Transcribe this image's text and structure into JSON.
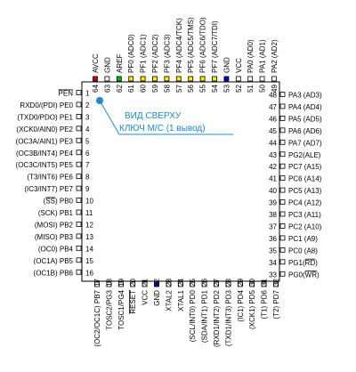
{
  "annotation": {
    "top_view": "ВИД СВЕРХУ",
    "key": "КЛЮЧ М/С (1 вывод)",
    "color": "#1a8ad4"
  },
  "colors": {
    "outline": "#000000",
    "text": "#000000",
    "pin_red": "#e00000",
    "pin_green": "#00c000",
    "pin_yellow": "#ffee00",
    "pin_blue": "#0000cc",
    "pin_white": "#ffffff"
  },
  "pins": {
    "left": [
      {
        "n": "1",
        "label": "PEN",
        "overline": "PEN"
      },
      {
        "n": "2",
        "label": "RXD0/(PDI) PE0"
      },
      {
        "n": "3",
        "label": "(TXD0/PDO) PE1"
      },
      {
        "n": "4",
        "label": "(XCK0/AIN0) PE2"
      },
      {
        "n": "5",
        "label": "(OC3A/AIN1) PE3"
      },
      {
        "n": "6",
        "label": "(OC3B/INT4) PE4"
      },
      {
        "n": "7",
        "label": "(OC3C/INT5) PE5"
      },
      {
        "n": "8",
        "label": "(T3/INT6) PE6"
      },
      {
        "n": "9",
        "label": "(IC3/INT7) PE7"
      },
      {
        "n": "10",
        "label": "(SS) PB0",
        "overline": "SS"
      },
      {
        "n": "11",
        "label": "(SCK) PB1"
      },
      {
        "n": "12",
        "label": "(MOSI) PB2"
      },
      {
        "n": "13",
        "label": "(MISO) PB3"
      },
      {
        "n": "14",
        "label": "(OC0) PB4"
      },
      {
        "n": "15",
        "label": "(OC1A) PB5"
      },
      {
        "n": "16",
        "label": "(OC1B) PB6"
      }
    ],
    "right": [
      {
        "n": "48",
        "label": "PA3 (AD3)"
      },
      {
        "n": "47",
        "label": "PA4 (AD4)"
      },
      {
        "n": "46",
        "label": "PA5 (AD5)"
      },
      {
        "n": "45",
        "label": "PA6 (AD6)"
      },
      {
        "n": "44",
        "label": "PA7 (AD7)"
      },
      {
        "n": "43",
        "label": "PG2(ALE)"
      },
      {
        "n": "42",
        "label": "PC7 (A15)"
      },
      {
        "n": "41",
        "label": "PC6 (A14)"
      },
      {
        "n": "40",
        "label": "PC5 (A13)"
      },
      {
        "n": "39",
        "label": "PC4 (A12)"
      },
      {
        "n": "38",
        "label": "PC3 (A11)"
      },
      {
        "n": "37",
        "label": "PC2 (A10)"
      },
      {
        "n": "36",
        "label": "PC1 (A9)"
      },
      {
        "n": "35",
        "label": "PC0 (A8)"
      },
      {
        "n": "34",
        "label": "PG1(RD)",
        "overline": "RD"
      },
      {
        "n": "33",
        "label": "PG0(WR)",
        "overline": "WR"
      }
    ],
    "top": [
      {
        "n": "64",
        "label": "AVCC",
        "color": "red"
      },
      {
        "n": "63",
        "label": "GND",
        "color": "white"
      },
      {
        "n": "62",
        "label": "AREF",
        "color": "green"
      },
      {
        "n": "61",
        "label": "PF0 (ADC0)",
        "color": "yellow"
      },
      {
        "n": "60",
        "label": "PF1 (ADC1)",
        "color": "yellow"
      },
      {
        "n": "59",
        "label": "PF2 (ADC2)",
        "color": "yellow"
      },
      {
        "n": "58",
        "label": "PF3 (ADC3)",
        "color": "yellow"
      },
      {
        "n": "57",
        "label": "PF4 (ADC4/TCK)",
        "color": "yellow"
      },
      {
        "n": "56",
        "label": "PF5 (ADC5/TMS)",
        "color": "yellow"
      },
      {
        "n": "55",
        "label": "PF6 (ADC6/TDO)",
        "color": "yellow"
      },
      {
        "n": "54",
        "label": "PF7 (ADC7/TDI)",
        "color": "yellow"
      },
      {
        "n": "53",
        "label": "GND",
        "color": "blue"
      },
      {
        "n": "52",
        "label": "VCC",
        "color": "white"
      },
      {
        "n": "51",
        "label": "PA0 (AD0)",
        "color": "white"
      },
      {
        "n": "50",
        "label": "PA1 (AD1)",
        "color": "white"
      },
      {
        "n": "49",
        "label": "PA2 (AD2)",
        "color": "white"
      }
    ],
    "bottom": [
      {
        "n": "17",
        "label": "(OC2/OC1C) PB7",
        "color": "white"
      },
      {
        "n": "18",
        "label": "TOSC2/PG3",
        "color": "white"
      },
      {
        "n": "19",
        "label": "TOSC1/PG4",
        "color": "white"
      },
      {
        "n": "20",
        "label": "RESET",
        "color": "white",
        "overline": "RESET"
      },
      {
        "n": "21",
        "label": "VCC",
        "color": "white"
      },
      {
        "n": "22",
        "label": "GND",
        "color": "blue"
      },
      {
        "n": "23",
        "label": "XTAL2",
        "color": "white"
      },
      {
        "n": "24",
        "label": "XTAL1",
        "color": "white"
      },
      {
        "n": "25",
        "label": "(SCL/INT0) PD0",
        "color": "white"
      },
      {
        "n": "26",
        "label": "(SDA/INT1) PD1",
        "color": "white"
      },
      {
        "n": "27",
        "label": "(RXD1/INT2) PD2",
        "color": "white"
      },
      {
        "n": "28",
        "label": "(TXD1/INT3) PD3",
        "color": "white"
      },
      {
        "n": "29",
        "label": "(IC1) PD4",
        "color": "white"
      },
      {
        "n": "30",
        "label": "(XCK1) PD5",
        "color": "white"
      },
      {
        "n": "31",
        "label": "(T1) PD6",
        "color": "white"
      },
      {
        "n": "32",
        "label": "(T2) PD7",
        "color": "white"
      }
    ]
  }
}
